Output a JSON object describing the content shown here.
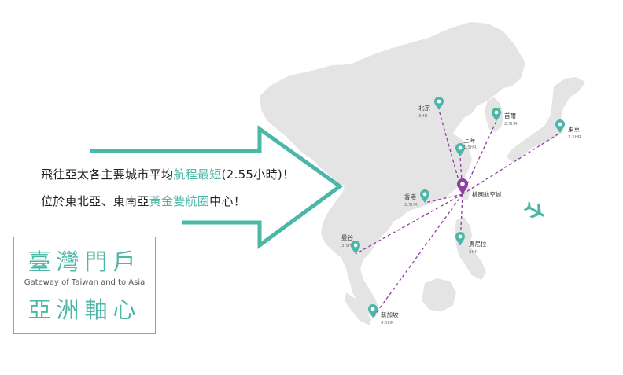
{
  "headline": {
    "line1": {
      "pre": "飛往亞太各主要城市平均",
      "highlight": "航程最短",
      "post": "(2.55小時)！"
    },
    "line2": {
      "pre": "位於東北亞、東南亞",
      "highlight": "黃金雙航圈",
      "post": "中心！"
    }
  },
  "logo": {
    "title_top": "臺灣門戶",
    "subtitle_en": "Gateway of Taiwan and to Asia",
    "title_bottom": "亞洲軸心"
  },
  "hub": {
    "name": "桃園航空城"
  },
  "cities": [
    {
      "name": "北京",
      "flight_time": "3HR"
    },
    {
      "name": "首爾",
      "flight_time": "2.5HR"
    },
    {
      "name": "東京",
      "flight_time": "1.5HR"
    },
    {
      "name": "上海",
      "flight_time": "1.5HR"
    },
    {
      "name": "香港",
      "flight_time": "1.5HR"
    },
    {
      "name": "曼谷",
      "flight_time": "3.5HR"
    },
    {
      "name": "馬尼拉",
      "flight_time": "2HR"
    },
    {
      "name": "新加坡",
      "flight_time": "4.5HR"
    }
  ],
  "colors": {
    "accent": "#4bb7a6",
    "route": "#8b3fa0",
    "land": "#e4e4e4",
    "text": "#222222"
  },
  "icons": {
    "arrow": "big-right-arrow-icon",
    "plane": "airplane-icon",
    "pin": "map-pin-icon"
  }
}
